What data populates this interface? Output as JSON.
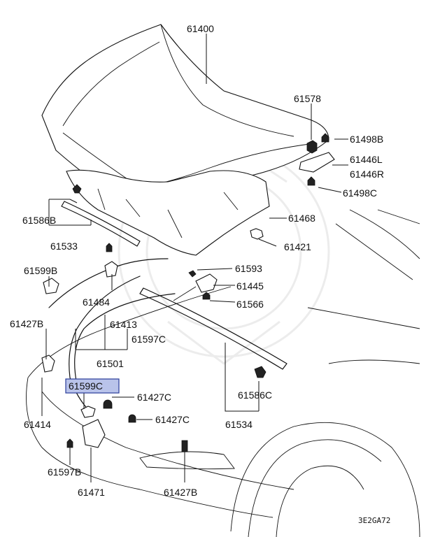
{
  "diagram_code": "3E2GA72",
  "labels": {
    "p61400": "61400",
    "p61578": "61578",
    "p61498B": "61498B",
    "p61446L": "61446L",
    "p61446R": "61446R",
    "p61498C": "61498C",
    "p61468": "61468",
    "p61421": "61421",
    "p61586B": "61586B",
    "p61533": "61533",
    "p61599B": "61599B",
    "p61484": "61484",
    "p61413": "61413",
    "p61593": "61593",
    "p61445": "61445",
    "p61566": "61566",
    "p61427B": "61427B",
    "p61597C": "61597C",
    "p61501": "61501",
    "p61599C": "61599C",
    "p61427C_a": "61427C",
    "p61427C_b": "61427C",
    "p61414": "61414",
    "p61586C": "61586C",
    "p61534": "61534",
    "p61597B": "61597B",
    "p61471": "61471",
    "p61427B_b": "61427B"
  },
  "highlighted_part": "61599C",
  "colors": {
    "line": "#111111",
    "highlight_fill": "#b9c3ea",
    "highlight_stroke": "#2a3d9a",
    "watermark": "#ececec"
  }
}
